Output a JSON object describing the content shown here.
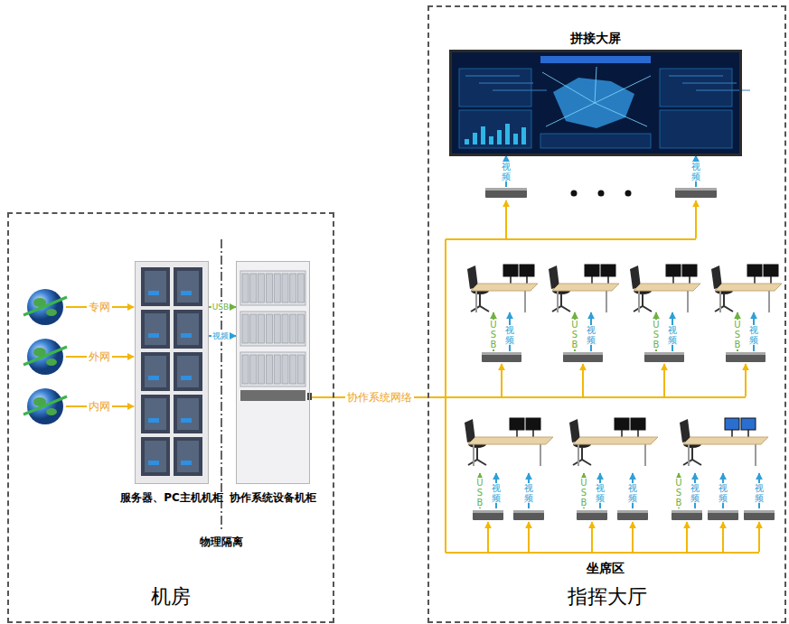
{
  "diagram": {
    "nodes": [
      {
        "text": [
          "机房"
        ]
      },
      {
        "text": [
          "服务器、PC主机机柜"
        ],
        "in": 0
      },
      {
        "text": [
          "协作系统设备机柜"
        ],
        "in": 0
      },
      {
        "text": [
          "指挥大厅"
        ]
      },
      {
        "text": [
          "拼接大屏"
        ],
        "in": 3
      }
    ],
    "edges": [
      {
        "from": 1,
        "to": 2,
        "arrow": "to",
        "label": "USB"
      },
      {
        "from": 1,
        "to": 2,
        "arrow": "to",
        "label": "视频"
      }
    ],
    "labels": [
      "视频",
      "视频",
      "专网",
      "USB",
      "视频",
      "USB",
      "视频",
      "USB",
      "视频",
      "USB",
      "视频",
      "外网",
      "内网",
      "协作系统网络",
      "USB",
      "视频",
      "视频",
      "USB",
      "视频",
      "视频",
      "USB",
      "视频",
      "视频",
      "视频",
      "坐席区",
      "物理隔离"
    ]
  }
}
